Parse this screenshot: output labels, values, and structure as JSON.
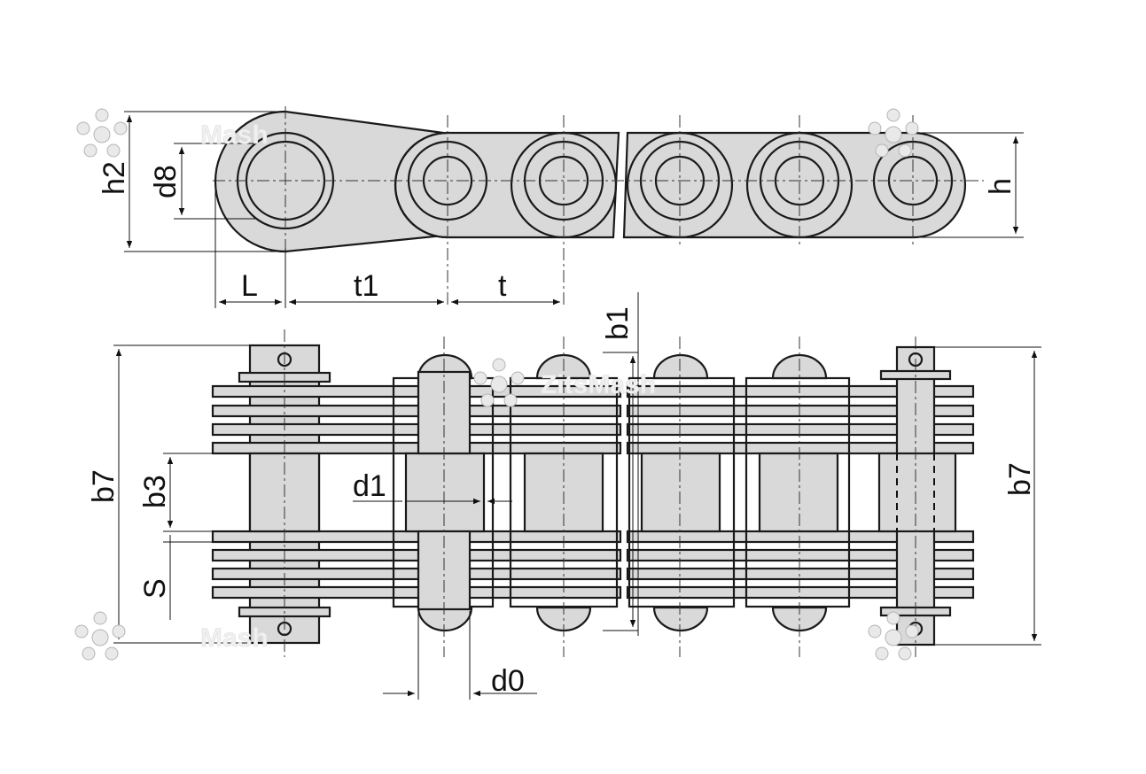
{
  "labels": {
    "h2": "h2",
    "d8": "d8",
    "L": "L",
    "t1": "t1",
    "t": "t",
    "h": "h",
    "b1": "b1",
    "b7_left": "b7",
    "b7_right": "b7",
    "b3": "b3",
    "S": "S",
    "d1": "d1",
    "d0": "d0"
  },
  "watermark": {
    "text_top_left": "Mash",
    "text_bottom_left": "Mash",
    "text_center": "ZitsMash"
  }
}
